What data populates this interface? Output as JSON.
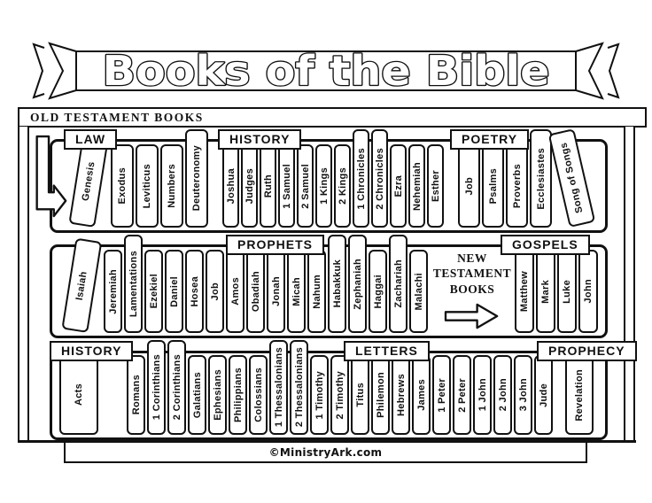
{
  "banner": {
    "title": "Books of the Bible"
  },
  "headers": {
    "old_testament": "OLD TESTAMENT BOOKS",
    "new_testament": [
      "NEW",
      "TESTAMENT",
      "BOOKS"
    ]
  },
  "sections": {
    "law": {
      "label": "LAW",
      "books": [
        "Genesis",
        "Exodus",
        "Leviticus",
        "Numbers",
        "Deuteronomy"
      ]
    },
    "ot_history": {
      "label": "HISTORY",
      "books": [
        "Joshua",
        "Judges",
        "Ruth",
        "1 Samuel",
        "2 Samuel",
        "1 Kings",
        "2 Kings",
        "1 Chronicles",
        "2 Chronicles",
        "Ezra",
        "Nehemiah",
        "Esther"
      ]
    },
    "poetry": {
      "label": "POETRY",
      "books": [
        "Job",
        "Psalms",
        "Proverbs",
        "Ecclesiastes",
        "Song of Songs"
      ]
    },
    "prophets": {
      "label": "PROPHETS",
      "books": [
        "Isaiah",
        "Jeremiah",
        "Lamentations",
        "Ezekiel",
        "Daniel",
        "Hosea",
        "Job",
        "Amos",
        "Obadiah",
        "Jonah",
        "Micah",
        "Nahum",
        "Habakkuk",
        "Zephaniah",
        "Haggai",
        "Zachariah",
        "Malachi"
      ]
    },
    "gospels": {
      "label": "GOSPELS",
      "books": [
        "Matthew",
        "Mark",
        "Luke",
        "John"
      ]
    },
    "nt_history": {
      "label": "HISTORY",
      "books": [
        "Acts"
      ]
    },
    "letters": {
      "label": "LETTERS",
      "books": [
        "Romans",
        "1 Corinthians",
        "2 Corinthians",
        "Galatians",
        "Ephesians",
        "Philippians",
        "Colossians",
        "1 Thessalonians",
        "2 Thessalonians",
        "1 Timothy",
        "2 Timothy",
        "Titus",
        "Philemon",
        "Hebrews",
        "James",
        "1 Peter",
        "2 Peter",
        "1 John",
        "2 John",
        "3 John",
        "Jude"
      ]
    },
    "prophecy": {
      "label": "PROPHECY",
      "books": [
        "Revelation"
      ]
    }
  },
  "footer": {
    "credit": "©MinistryArk.com"
  },
  "icons": {
    "start_arrow": "down-right-block-arrow",
    "new_testament_arrow": "right-block-arrow",
    "banner_ends": "ribbon-chevron-tails"
  },
  "colors": {
    "ink": "#111111",
    "paper": "#ffffff"
  }
}
